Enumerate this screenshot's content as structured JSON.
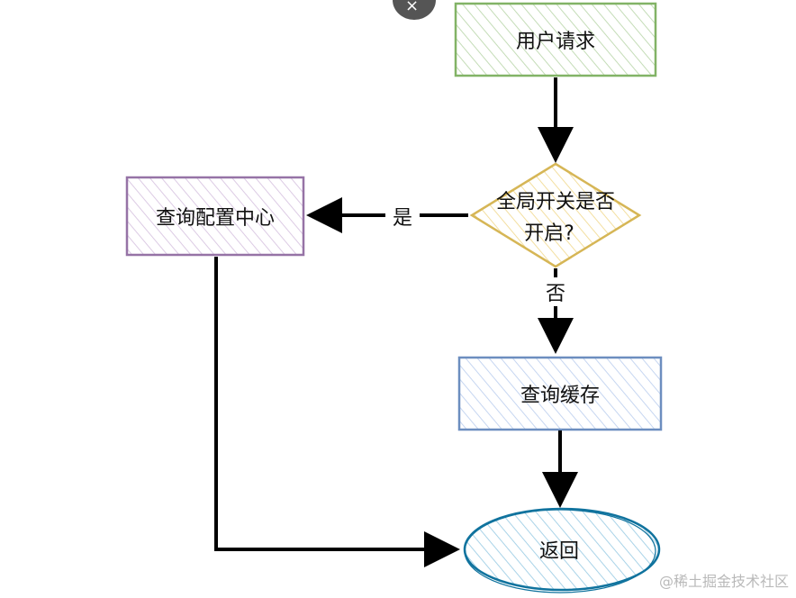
{
  "nodes": {
    "user_request": "用户请求",
    "global_switch": [
      "全局开关是否",
      "开启?"
    ],
    "query_config": "查询配置中心",
    "query_cache": "查询缓存",
    "return": "返回"
  },
  "edges": {
    "yes": "是",
    "no": "否"
  },
  "watermark": "@稀土掘金技术社区",
  "close_glyph": "×",
  "colors": {
    "green": "#82b366",
    "green_fill": "#d5e8d4",
    "purple": "#9673a6",
    "purple_fill": "#e1d5e7",
    "yellow": "#d6b656",
    "yellow_fill": "#fff2cc",
    "blue": "#6c8ebf",
    "blue_fill": "#dae8fc",
    "teal": "#10739e",
    "teal_fill": "#b1ddf0",
    "arrow": "#000000"
  }
}
